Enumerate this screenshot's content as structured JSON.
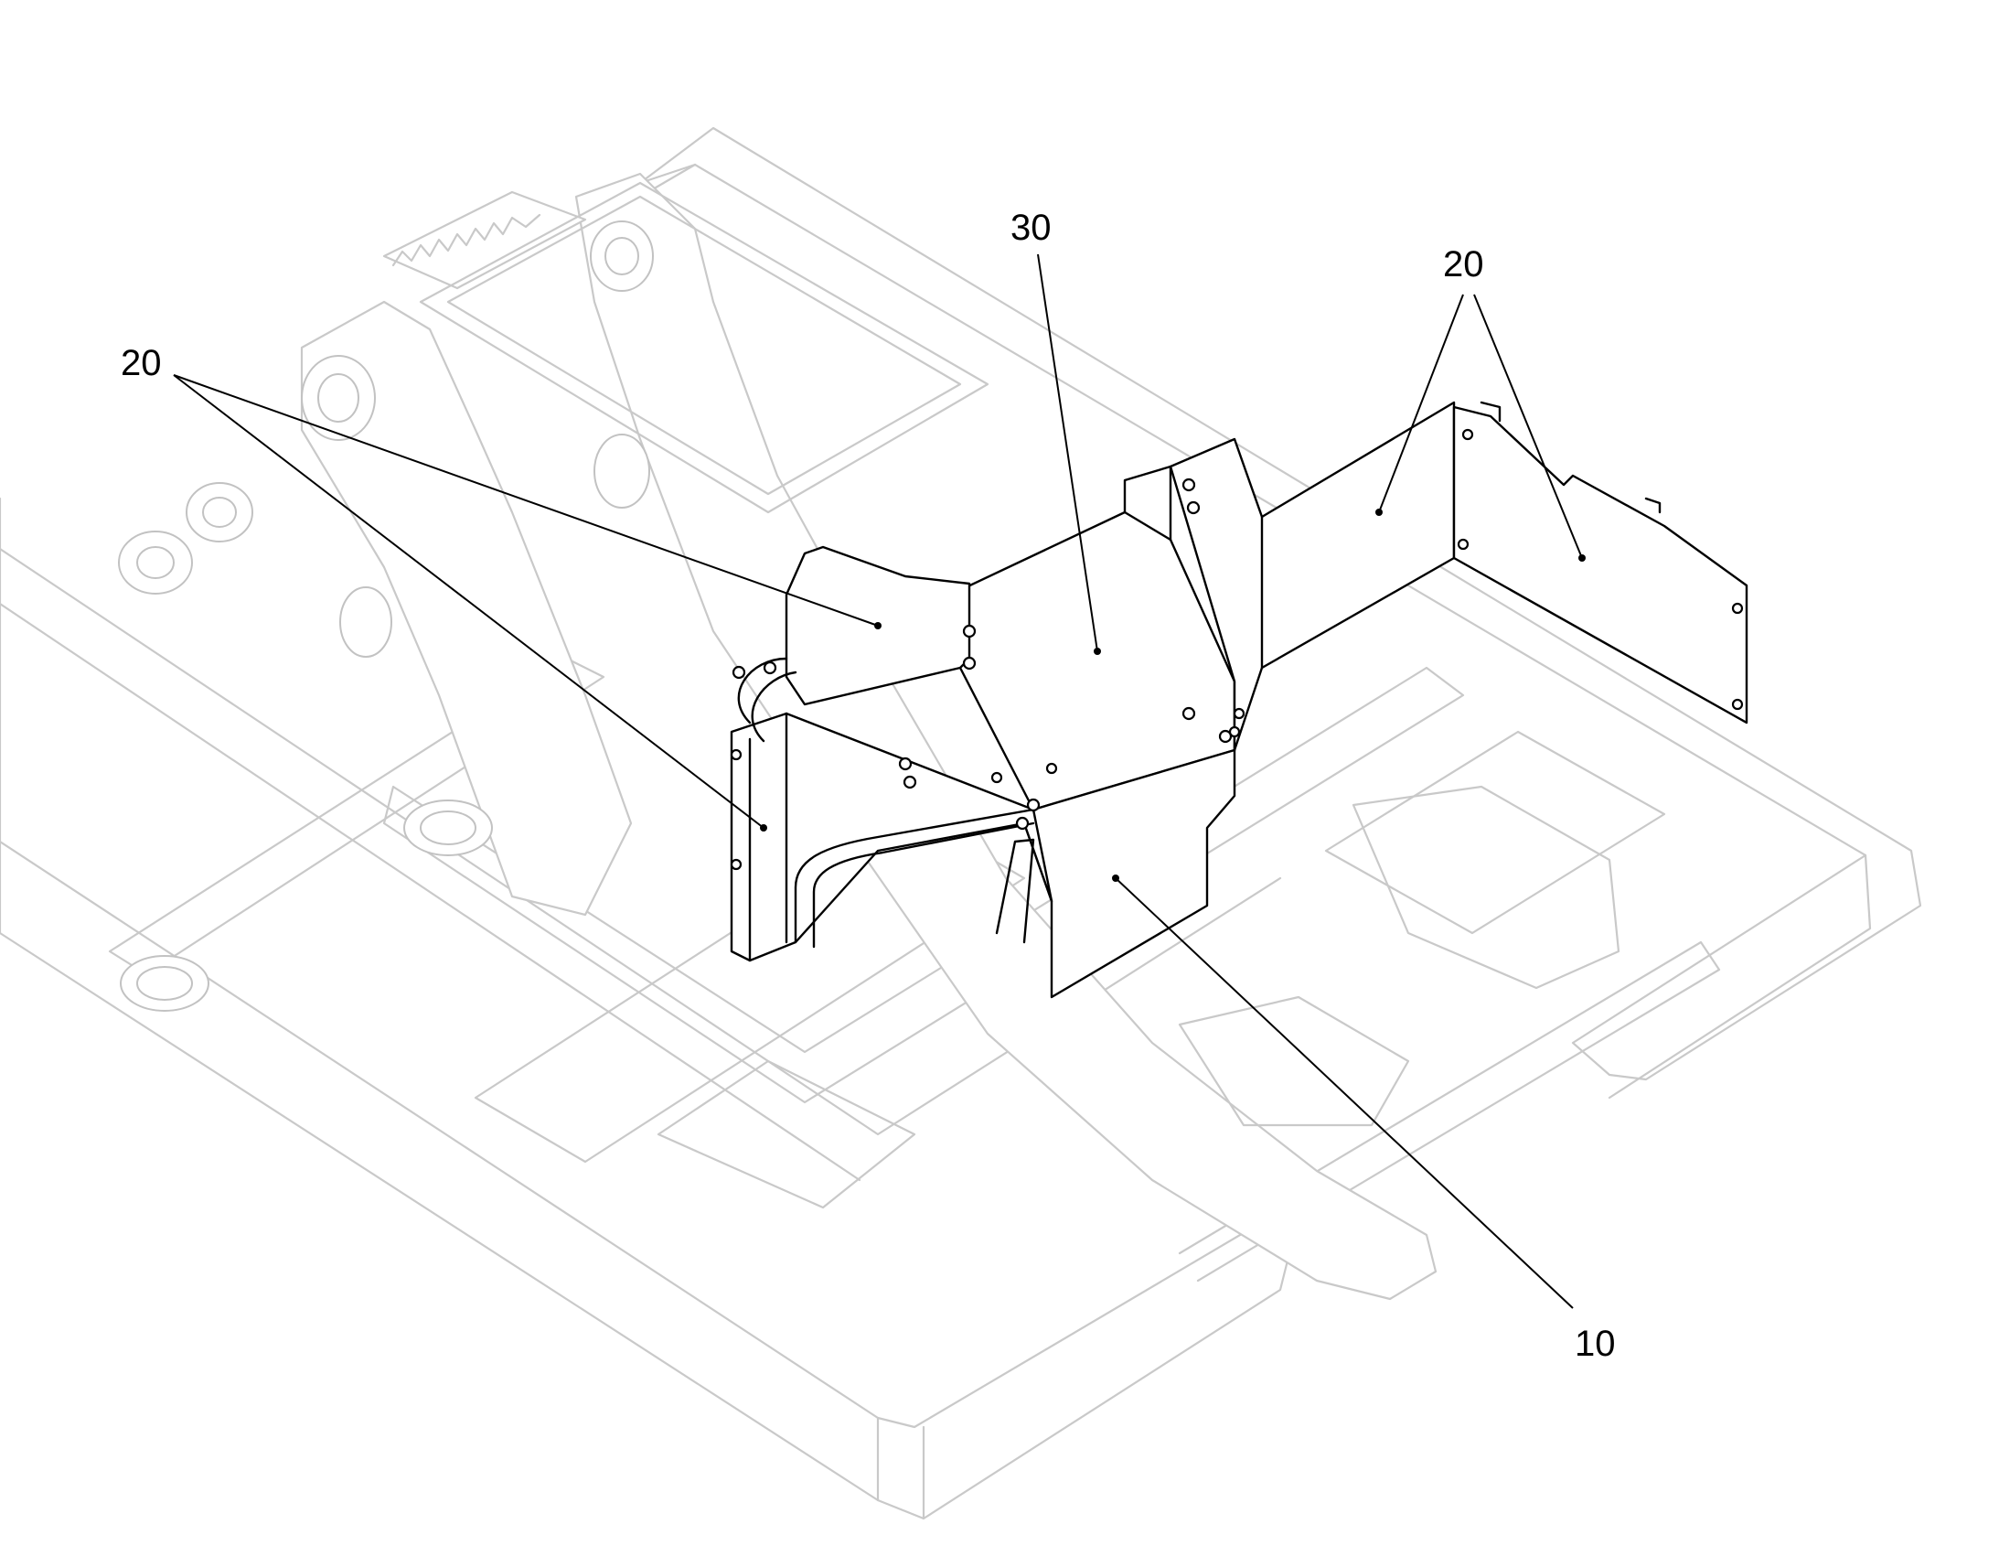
{
  "callouts": [
    {
      "id": "c30",
      "label": "30"
    },
    {
      "id": "c20-left",
      "label": "20"
    },
    {
      "id": "c20-right",
      "label": "20"
    },
    {
      "id": "c10",
      "label": "10"
    }
  ],
  "colors": {
    "frame_outline": "#c9c9c9",
    "part_outline": "#000000",
    "background": "#ffffff"
  }
}
